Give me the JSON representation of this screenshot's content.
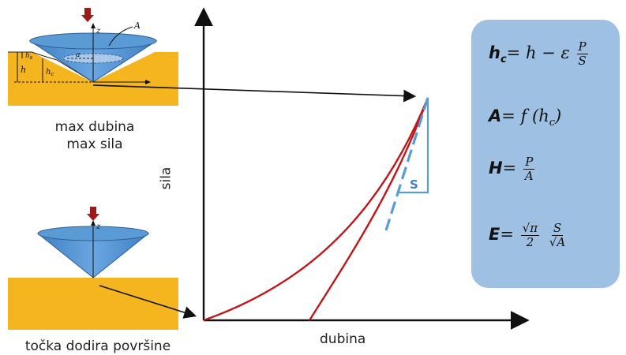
{
  "diagram": {
    "top_indenter_labels": {
      "z_axis": "z",
      "area_label": "A",
      "radius_label": "a",
      "h_s_label": "h",
      "h_s_sub": "s",
      "h_label": "h",
      "h_c_label": "h",
      "h_c_sub": "c"
    },
    "bottom_indenter_labels": {
      "z_axis": "z"
    },
    "captions": {
      "max_depth": "max dubina",
      "max_force": "max sila",
      "surface_contact": "točka dodira površine"
    },
    "axes": {
      "ylabel": "sila",
      "xlabel": "dubina"
    },
    "stiffness_label": "S",
    "colors": {
      "sample": "#f5b51f",
      "indenter": "#4e8fd0",
      "curve": "#c0171d",
      "tangent": "#5b9bd5",
      "arrow_force": "#9b1b1b",
      "panel": "#9ec0e2"
    }
  },
  "formulas": {
    "hc": {
      "lhs": "h",
      "lhs_sub": "c",
      "eq": "=",
      "rhs_pre": "h − ε",
      "num": "P",
      "den": "S"
    },
    "area": {
      "lhs": "A",
      "eq": "=",
      "rhs": "f (h",
      "rhs_sub": "c",
      "rhs_close": ")"
    },
    "hardness": {
      "lhs": "H",
      "eq": "=",
      "num": "P",
      "den": "A"
    },
    "modulus": {
      "lhs": "E",
      "eq": "=",
      "num1": "√π",
      "den1": "2",
      "num2": "S",
      "den2": "√A"
    }
  }
}
